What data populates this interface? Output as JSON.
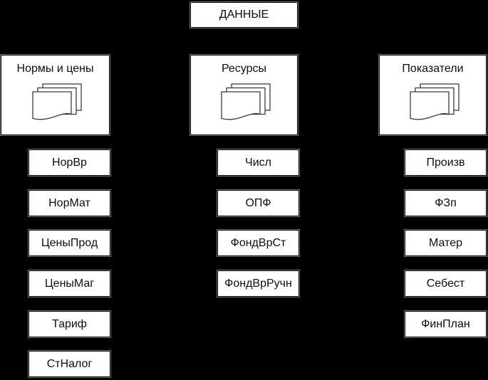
{
  "root": {
    "label": "ДАННЫЕ"
  },
  "columns": [
    {
      "title": "Нормы и цены",
      "icon": "stacked-documents-icon",
      "items": [
        "НорВр",
        "НорМат",
        "ЦеныПрод",
        "ЦеныМаг",
        "Тариф",
        "СтНалог"
      ]
    },
    {
      "title": "Ресурсы",
      "icon": "stacked-documents-icon",
      "items": [
        "Числ",
        "ОПФ",
        "ФондВрСт",
        "ФондВрРучн"
      ]
    },
    {
      "title": "Показатели",
      "icon": "stacked-documents-icon",
      "items": [
        "Произв",
        "ФЗп",
        "Матер",
        "Себест",
        "ФинПлан"
      ]
    }
  ],
  "colors": {
    "background": "#000000",
    "node_fill": "#ffffff",
    "node_border": "#000000",
    "text": "#000000"
  }
}
